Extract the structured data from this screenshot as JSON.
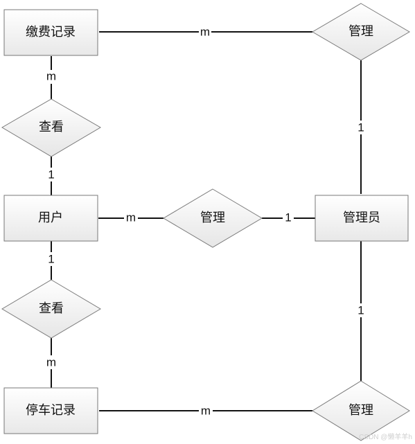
{
  "entities": {
    "payment_record": "缴费记录",
    "user": "用户",
    "admin": "管理员",
    "parking_record": "停车记录"
  },
  "relationships": {
    "manage_payment": "管理",
    "view_payment": "查看",
    "manage_user": "管理",
    "view_parking": "查看",
    "manage_parking": "管理"
  },
  "cardinalities": {
    "payment_to_manage": "m",
    "manage_payment_to_admin": "1",
    "payment_to_view": "m",
    "view_payment_to_user": "1",
    "user_to_manage": "m",
    "manage_user_to_admin": "1",
    "user_to_view_parking": "1",
    "view_parking_to_record": "m",
    "admin_to_manage_parking": "1",
    "parking_to_manage": "m"
  },
  "watermark": "CSDN @懒羊羊h"
}
